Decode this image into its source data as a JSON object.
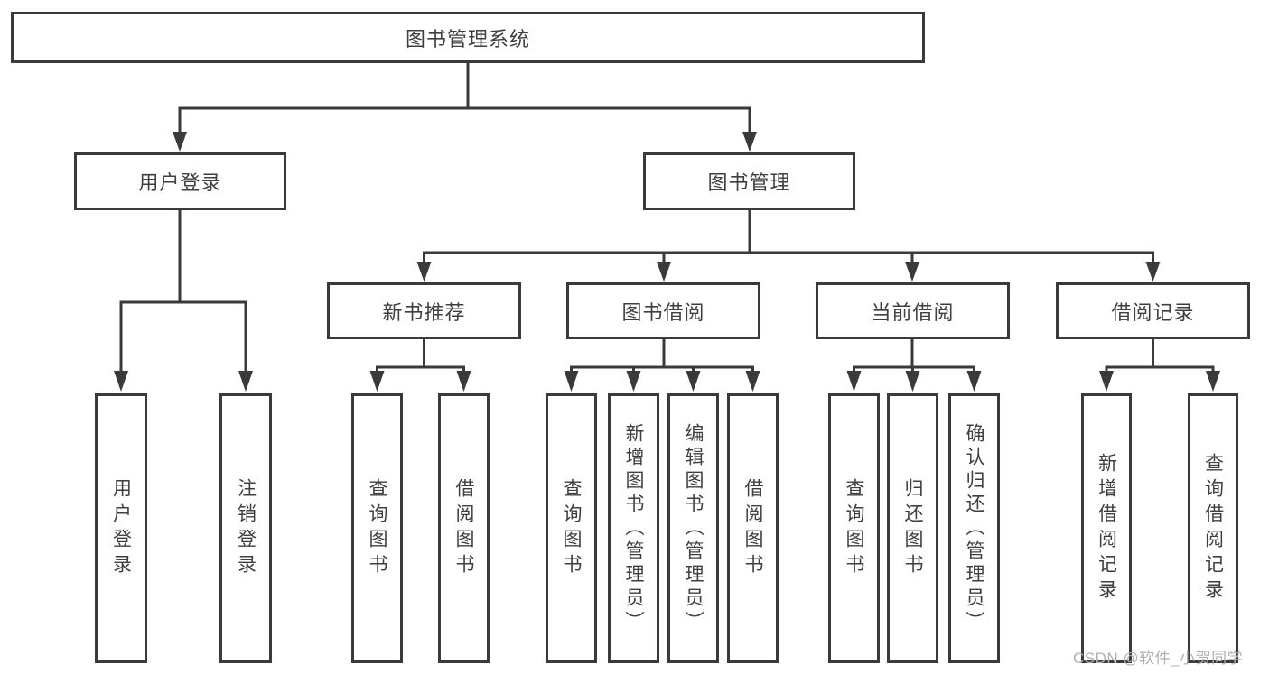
{
  "colors": {
    "line": "#3a3a3a",
    "text": "#3f3f3f",
    "box_bg": "#ffffff",
    "watermark": "#b0b0b0"
  },
  "tree": {
    "root": {
      "label": "图书管理系统"
    },
    "branches": [
      {
        "label": "用户登录",
        "children": [
          {
            "label": "用户登录"
          },
          {
            "label": "注销登录"
          }
        ]
      },
      {
        "label": "图书管理",
        "children": [
          {
            "label": "新书推荐",
            "children": [
              {
                "label": "查询图书"
              },
              {
                "label": "借阅图书"
              }
            ]
          },
          {
            "label": "图书借阅",
            "children": [
              {
                "label": "查询图书"
              },
              {
                "label": "新增图书（管理员）"
              },
              {
                "label": "编辑图书（管理员）"
              },
              {
                "label": "借阅图书"
              }
            ]
          },
          {
            "label": "当前借阅",
            "children": [
              {
                "label": "查询图书"
              },
              {
                "label": "归还图书"
              },
              {
                "label": "确认归还（管理员）"
              }
            ]
          },
          {
            "label": "借阅记录",
            "children": [
              {
                "label": "新增借阅记录"
              },
              {
                "label": "查询借阅记录"
              }
            ]
          }
        ]
      }
    ]
  },
  "watermark": "CSDN @软件_小贺同学"
}
